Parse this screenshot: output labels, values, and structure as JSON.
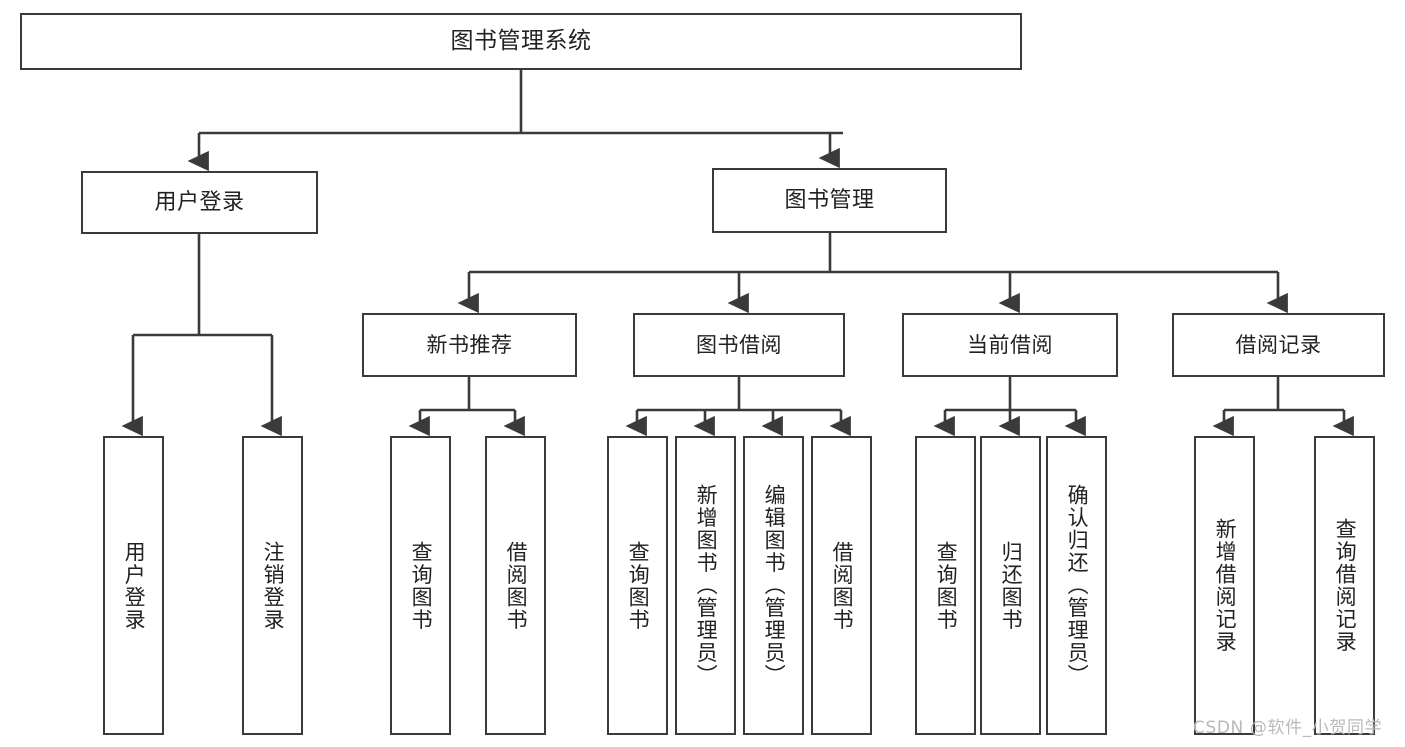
{
  "diagram": {
    "title": "图书管理系统",
    "type": "hierarchy-tree",
    "watermark": "CSDN @软件_小贺同学",
    "colors": {
      "box_border": "#3a3a3a",
      "box_fill": "#ffffff",
      "edge": "#3a3a3a",
      "text": "#222222",
      "watermark": "#b9b9b9",
      "background": "#ffffff"
    },
    "nodes": {
      "root": {
        "label": "图书管理系统"
      },
      "level2": [
        {
          "label": "用户登录"
        },
        {
          "label": "图书管理"
        }
      ],
      "level3": [
        {
          "label": "新书推荐"
        },
        {
          "label": "图书借阅"
        },
        {
          "label": "当前借阅"
        },
        {
          "label": "借阅记录"
        }
      ],
      "leaves": {
        "user_login": [
          {
            "label": "用户登录"
          },
          {
            "label": "注销登录"
          }
        ],
        "new_book_recommend": [
          {
            "label": "查询图书"
          },
          {
            "label": "借阅图书"
          }
        ],
        "book_borrow": [
          {
            "label": "查询图书"
          },
          {
            "label": "新增图书（管理员）"
          },
          {
            "label": "编辑图书（管理员）"
          },
          {
            "label": "借阅图书"
          }
        ],
        "current_borrow": [
          {
            "label": "查询图书"
          },
          {
            "label": "归还图书"
          },
          {
            "label": "确认归还（管理员）"
          }
        ],
        "borrow_record": [
          {
            "label": "新增借阅记录"
          },
          {
            "label": "查询借阅记录"
          }
        ]
      }
    }
  }
}
